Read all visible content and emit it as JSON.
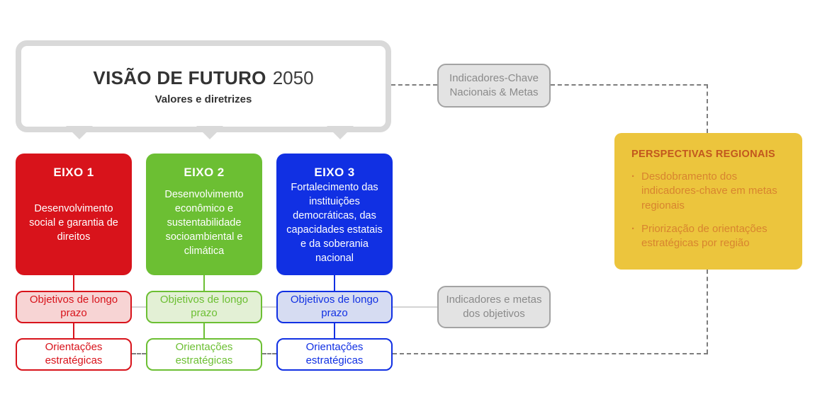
{
  "vision": {
    "title": "VISÃO DE FUTURO",
    "year": "2050",
    "subtitle": "Valores e diretrizes"
  },
  "indicator_nodes": {
    "national": "Indicadores-Chave Nacionais & Metas",
    "objectives": "Indicadores e metas dos objetivos"
  },
  "axes": [
    {
      "title": "EIXO 1",
      "description": "Desenvolvimento social e garantia de direitos",
      "objectives": "Objetivos de longo prazo",
      "strategies": "Orientações estratégicas",
      "color": "#d8131b",
      "tint": "#f7d4d4"
    },
    {
      "title": "EIXO 2",
      "description": "Desenvolvimento econômico e sustentabilidade socioambiental e climática",
      "objectives": "Objetivos de longo prazo",
      "strategies": "Orientações estratégicas",
      "color": "#6cbf33",
      "tint": "#e3f0d5"
    },
    {
      "title": "EIXO 3",
      "description": "Fortalecimento das instituições democráticas, das capacidades estatais e da soberania nacional",
      "objectives": "Objetivos de longo prazo",
      "strategies": "Orientações estratégicas",
      "color": "#1130e3",
      "tint": "#d6dcf2"
    }
  ],
  "regional": {
    "title": "PERSPECTIVAS REGIONAIS",
    "items": [
      "Desdobramento dos indicadores-chave em metas regionais",
      "Priorização de orientações estratégicas por região"
    ],
    "bg": "#ecc53d",
    "title_color": "#c2571e",
    "text_color": "#d8842f"
  }
}
